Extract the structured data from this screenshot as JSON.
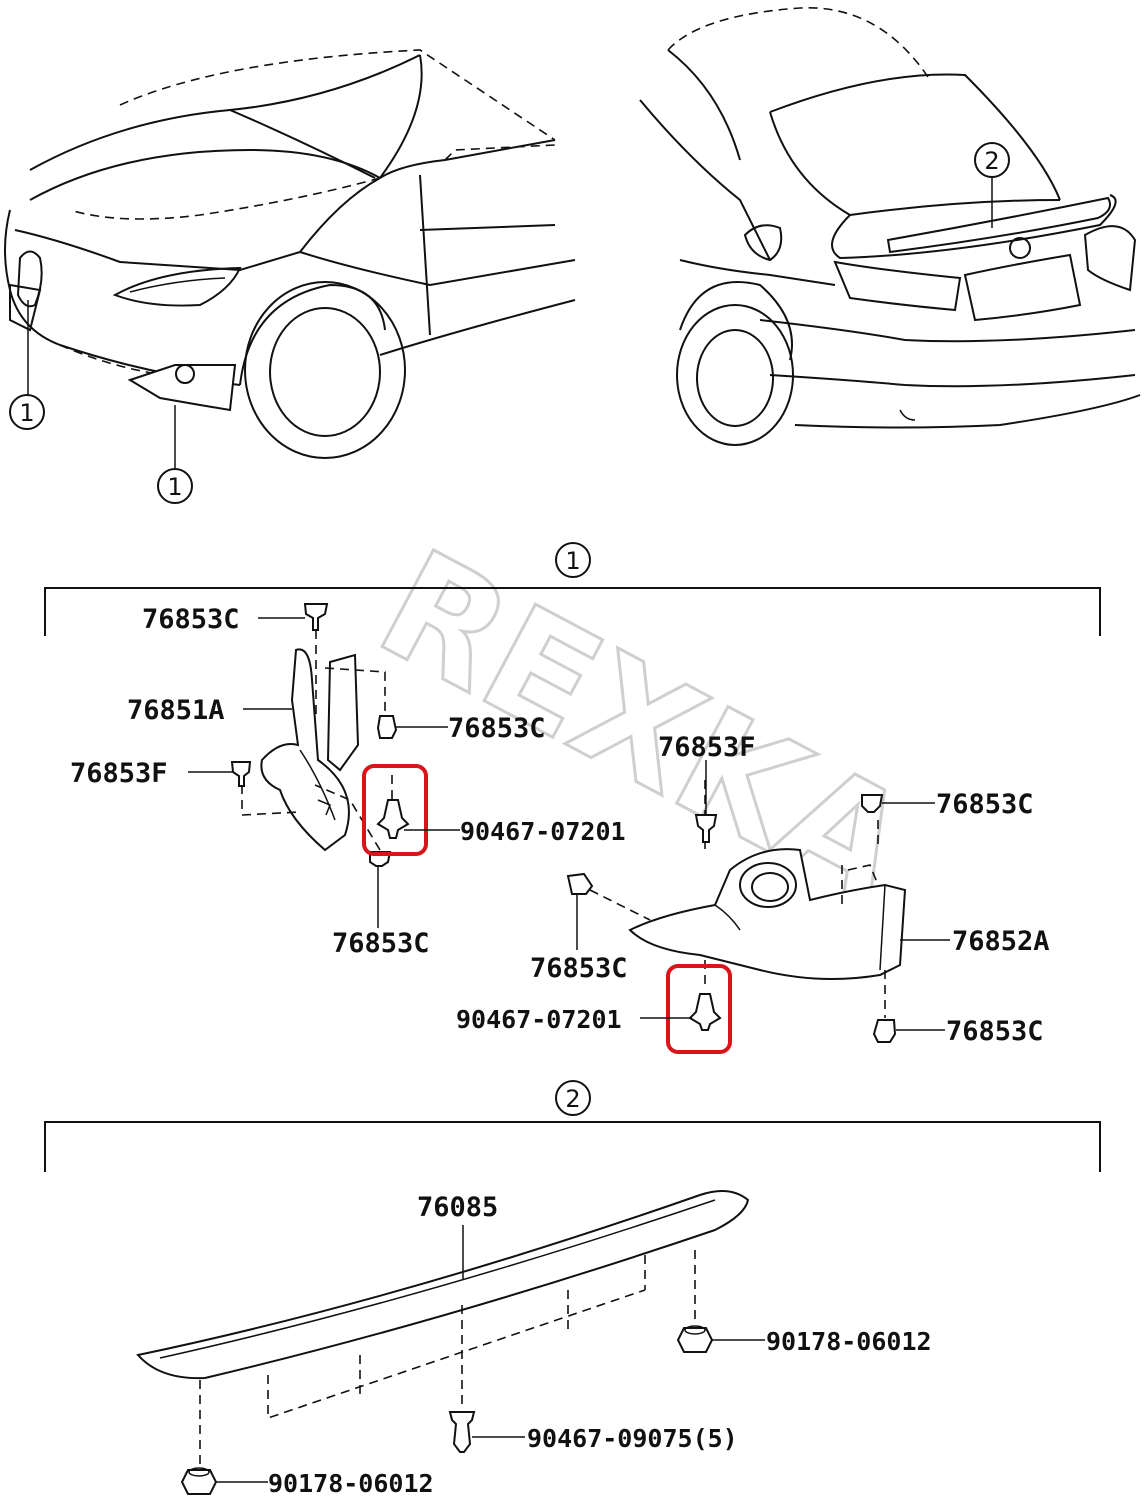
{
  "watermark": "REXKA",
  "callouts": {
    "front_left": "1",
    "front_lower": "1",
    "rear_spoiler": "2",
    "section_one": "1",
    "section_two": "2"
  },
  "section_one_labels": {
    "top_clip": "76853C",
    "left_bracket": "76851A",
    "left_mid_clip": "76853C",
    "left_pin": "76853F",
    "left_clip_highlight": "90467-07201",
    "left_bottom_clip": "76853C",
    "right_pin": "76853F",
    "right_top_clip": "76853C",
    "right_bracket": "76852A",
    "right_mid_clip": "76853C",
    "right_clip_highlight": "90467-07201",
    "right_bottom_clip": "76853C"
  },
  "section_two_labels": {
    "spoiler": "76085",
    "nut_right": "90178-06012",
    "clip_center": "90467-09075(5)",
    "nut_left": "90178-06012"
  },
  "colors": {
    "line": "#111111",
    "highlight": "#d9141b",
    "watermark": "#cfcfcf"
  }
}
